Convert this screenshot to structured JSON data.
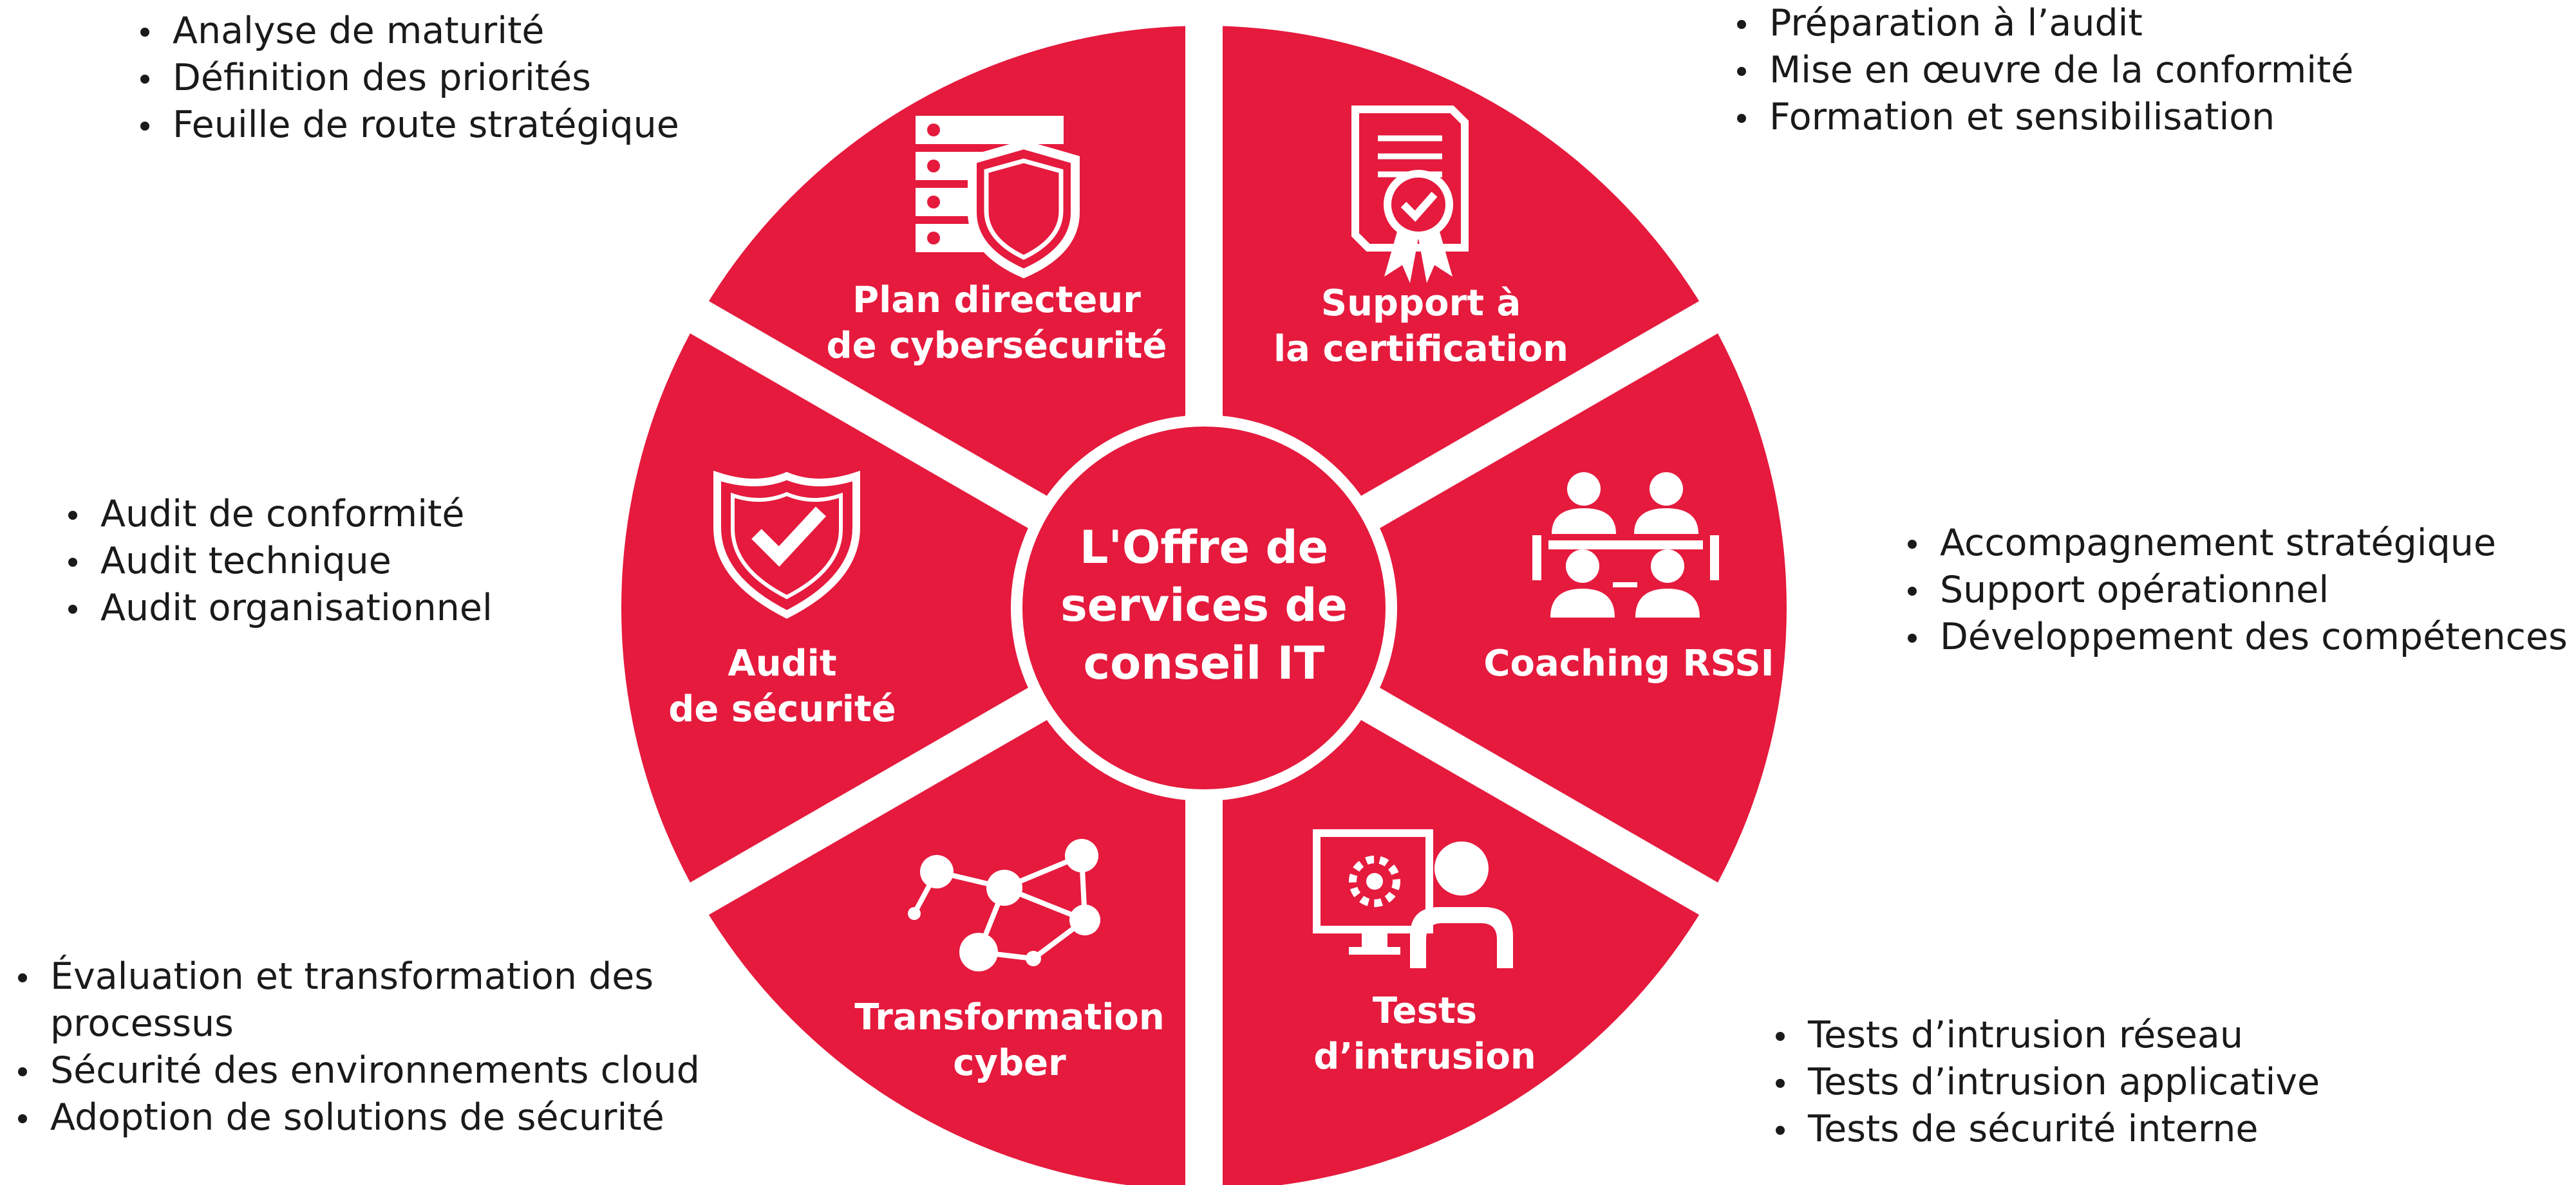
{
  "center": {
    "line1": "L'Offre de",
    "line2": "services de",
    "line3": "conseil IT"
  },
  "colors": {
    "accent": "#e51a3d",
    "text": "#1a1a1a",
    "on_accent": "#ffffff"
  },
  "segments": [
    {
      "key": "plan",
      "icon": "server-shield-icon",
      "label_line1": "Plan directeur",
      "label_line2": "de cybersécurité",
      "items": [
        "Analyse de maturité",
        "Définition des priorités",
        "Feuille de route stratégique"
      ]
    },
    {
      "key": "support",
      "icon": "certificate-icon",
      "label_line1": "Support à",
      "label_line2": "la certification",
      "items": [
        "Préparation à l’audit",
        "Mise en œuvre de la conformité",
        "Formation et sensibilisation"
      ]
    },
    {
      "key": "coaching",
      "icon": "meeting-people-icon",
      "label_line1": "Coaching RSSI",
      "label_line2": "",
      "items": [
        "Accompagnement stratégique",
        "Support opérationnel",
        "Développement des compétences"
      ]
    },
    {
      "key": "tests",
      "icon": "monitor-gear-person-icon",
      "label_line1": "Tests",
      "label_line2": "d’intrusion",
      "items": [
        "Tests d’intrusion réseau",
        "Tests d’intrusion applicative",
        "Tests de sécurité interne"
      ]
    },
    {
      "key": "transfo",
      "icon": "network-nodes-icon",
      "label_line1": "Transformation",
      "label_line2": "cyber",
      "items": [
        "Évaluation et transformation des processus",
        "Sécurité des environnements cloud",
        "Adoption de solutions de sécurité"
      ]
    },
    {
      "key": "audit",
      "icon": "shield-check-icon",
      "label_line1": "Audit",
      "label_line2": "de sécurité",
      "items": [
        "Audit de conformité",
        "Audit technique",
        "Audit organisationnel"
      ]
    }
  ]
}
